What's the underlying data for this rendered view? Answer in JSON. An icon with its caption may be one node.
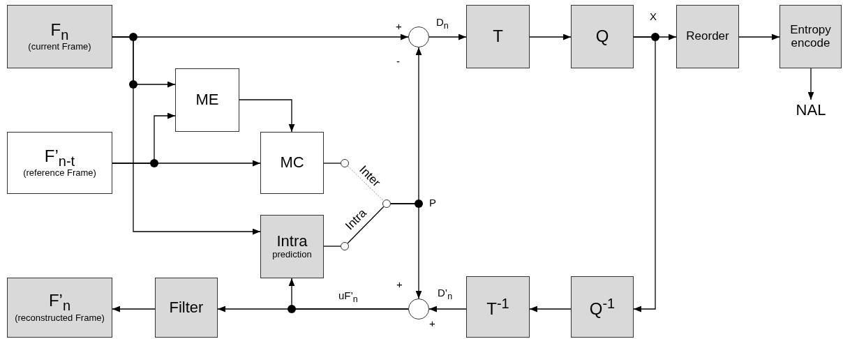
{
  "diagram": {
    "nodes": [
      {
        "text": [
          "F$_{n}$",
          "(current Frame)"
        ]
      },
      {
        "text": [],
        "shape": "circle"
      },
      {
        "text": [
          "T"
        ]
      },
      {
        "text": [
          "Q"
        ]
      },
      {
        "text": [
          "Reorder"
        ]
      },
      {
        "text": [
          "Entropy encode"
        ]
      },
      {
        "text": [
          "ME"
        ]
      },
      {
        "text": [
          "NAL"
        ]
      },
      {
        "text": [
          "F’$_{n-t}$",
          "(reference Frame)"
        ]
      },
      {
        "text": [
          "MC"
        ]
      },
      {
        "text": [],
        "shape": "circle"
      },
      {
        "text": [],
        "shape": "circle"
      },
      {
        "text": [
          "Intra",
          "prediction"
        ]
      },
      {
        "text": [],
        "shape": "circle"
      },
      {
        "text": [
          "F’$_{n}$",
          "(reconstructed Frame)"
        ]
      },
      {
        "text": [
          "Filter"
        ]
      },
      {
        "text": [
          "T$^{-1}$"
        ]
      },
      {
        "text": [
          "Q$^{-1}$"
        ]
      },
      {
        "text": [],
        "shape": "circle"
      }
    ],
    "edges": [
      {
        "from": 0,
        "to": 1,
        "arrow": "to"
      },
      {
        "from": 0,
        "to": 6,
        "arrow": "to"
      },
      {
        "from": 0,
        "to": 12,
        "arrow": "to"
      },
      {
        "from": 8,
        "to": 9,
        "arrow": "to"
      },
      {
        "from": 8,
        "to": 6,
        "arrow": "to"
      },
      {
        "from": 6,
        "to": 9,
        "arrow": "to"
      },
      {
        "from": 9,
        "to": 10,
        "arrow": "none"
      },
      {
        "from": 10,
        "to": 11,
        "arrow": "none",
        "label": "Inter",
        "style": "dashed",
        "color": "#8c8c8c"
      },
      {
        "from": 12,
        "to": 13,
        "arrow": "none"
      },
      {
        "from": 13,
        "to": 11,
        "arrow": "none",
        "label": "Intra"
      },
      {
        "from": 11,
        "to": 1,
        "arrow": "to"
      },
      {
        "from": 11,
        "to": 18,
        "arrow": "to"
      },
      {
        "from": 1,
        "to": 2,
        "arrow": "to",
        "label": "D$_{n}$"
      },
      {
        "from": 2,
        "to": 3,
        "arrow": "to"
      },
      {
        "from": 3,
        "to": 4,
        "arrow": "to"
      },
      {
        "from": 3,
        "to": 17,
        "arrow": "to"
      },
      {
        "from": 4,
        "to": 5,
        "arrow": "to"
      },
      {
        "from": 5,
        "to": 7,
        "arrow": "to"
      },
      {
        "from": 17,
        "to": 16,
        "arrow": "to"
      },
      {
        "from": 16,
        "to": 18,
        "arrow": "to",
        "label": "D’$_{n}$"
      },
      {
        "from": 18,
        "to": 15,
        "arrow": "to",
        "label": "uF’$_{n}$"
      },
      {
        "from": 18,
        "to": 12,
        "arrow": "to"
      },
      {
        "from": 15,
        "to": 14,
        "arrow": "to"
      }
    ],
    "labels": [
      "+",
      "X",
      "-",
      "P",
      "+",
      "+"
    ]
  }
}
